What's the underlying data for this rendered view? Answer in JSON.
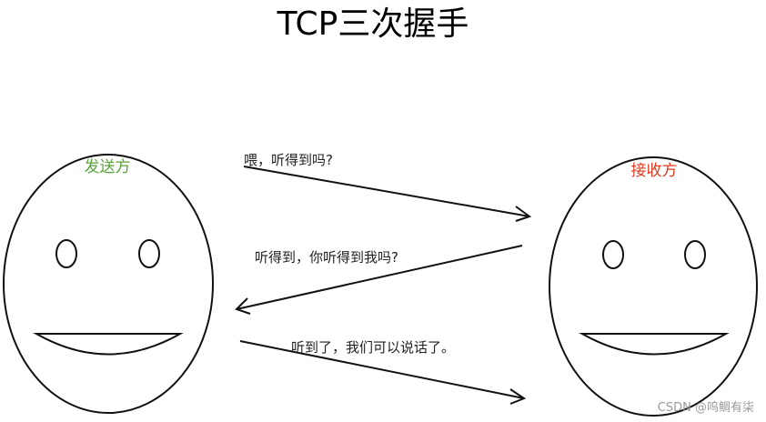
{
  "title": "TCP三次握手",
  "colors": {
    "sender": "#59a33a",
    "receiver": "#e03a1e",
    "line": "#111111"
  },
  "sender": {
    "label": "发送方"
  },
  "receiver": {
    "label": "接收方"
  },
  "messages": [
    {
      "text": "喂，听得到吗?",
      "direction": "sender-to-receiver"
    },
    {
      "text": "听得到，你听得到我吗?",
      "direction": "receiver-to-sender"
    },
    {
      "text": "听到了，我们可以说话了。",
      "direction": "sender-to-receiver"
    }
  ],
  "watermark": "CSDN @呜鲷有柒"
}
